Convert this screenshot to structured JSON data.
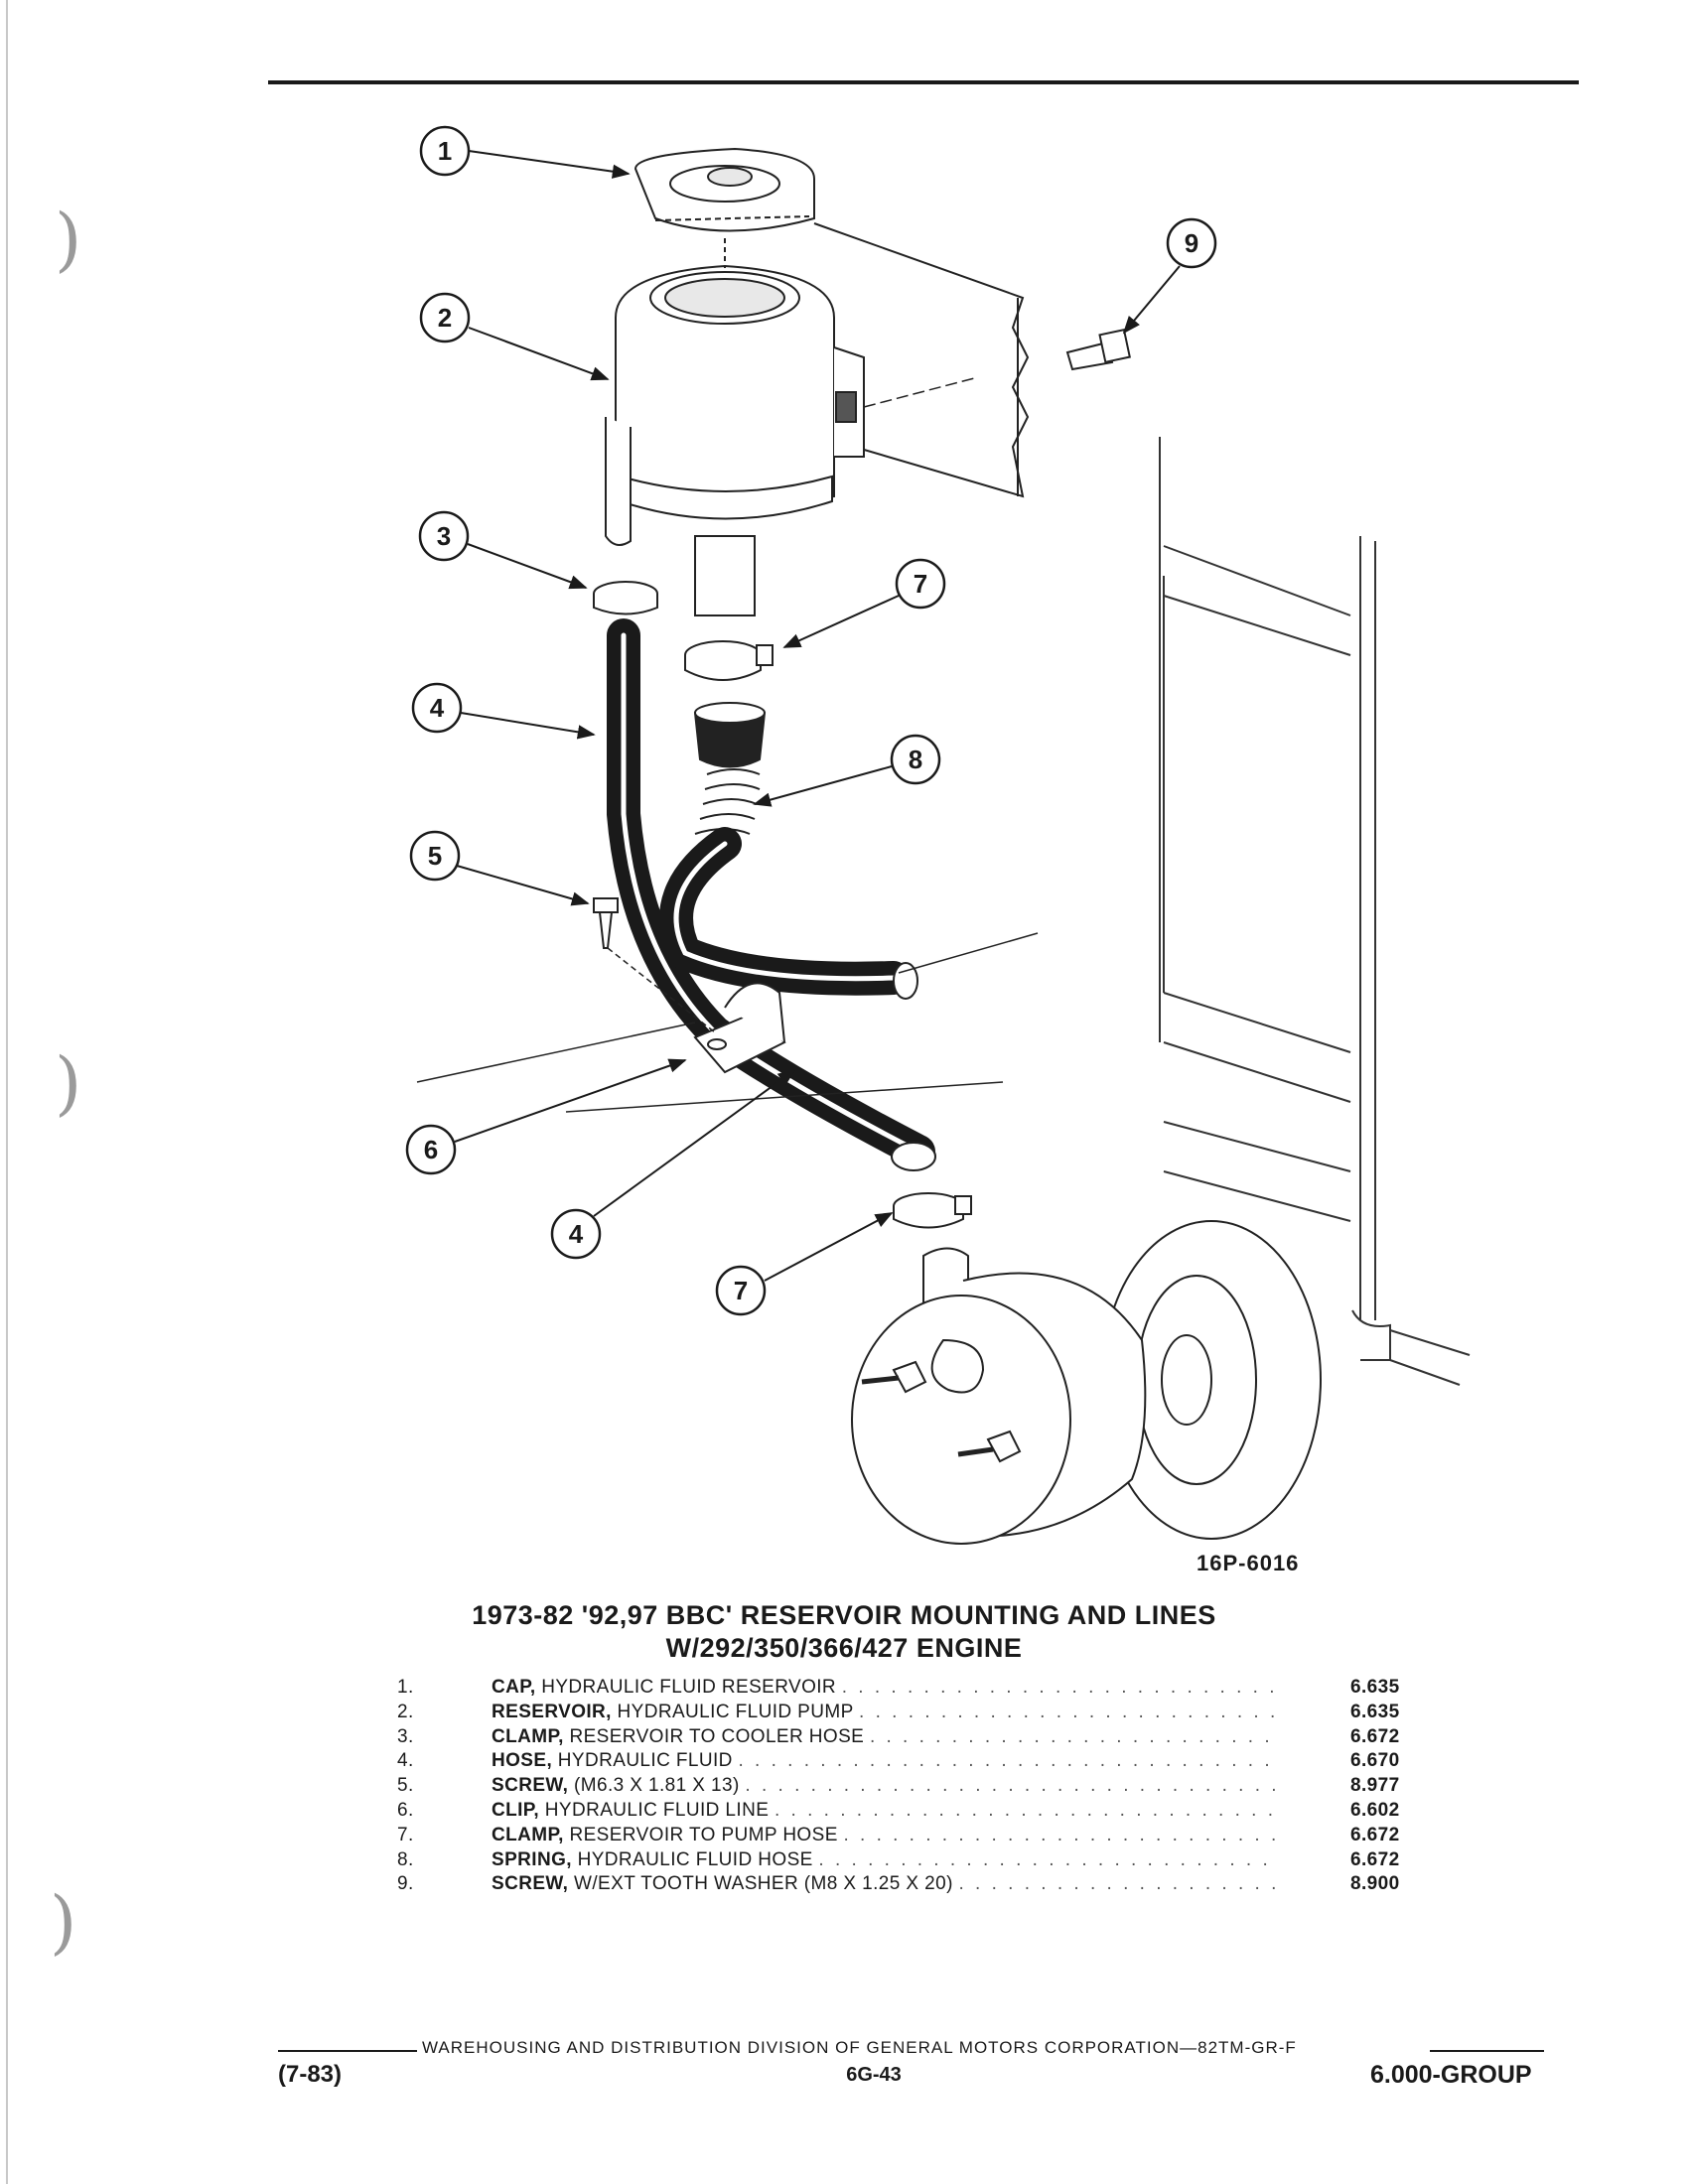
{
  "figure": {
    "id": "16P-6016",
    "callouts": [
      "1",
      "2",
      "3",
      "4",
      "4",
      "5",
      "6",
      "7",
      "7",
      "8",
      "9"
    ]
  },
  "title": {
    "line1": "1973-82 '92,97 BBC' RESERVOIR MOUNTING AND LINES",
    "line2": "W/292/350/366/427 ENGINE"
  },
  "parts": [
    {
      "num": "1.",
      "name": "CAP,",
      "desc": " HYDRAULIC FLUID RESERVOIR",
      "code": "6.635"
    },
    {
      "num": "2.",
      "name": "RESERVOIR,",
      "desc": " HYDRAULIC FLUID PUMP",
      "code": "6.635"
    },
    {
      "num": "3.",
      "name": "CLAMP,",
      "desc": " RESERVOIR TO COOLER HOSE",
      "code": "6.672"
    },
    {
      "num": "4.",
      "name": "HOSE,",
      "desc": " HYDRAULIC FLUID",
      "code": "6.670"
    },
    {
      "num": "5.",
      "name": "SCREW,",
      "desc": " (M6.3 X 1.81 X 13)",
      "code": "8.977"
    },
    {
      "num": "6.",
      "name": "CLIP,",
      "desc": " HYDRAULIC FLUID LINE",
      "code": "6.602"
    },
    {
      "num": "7.",
      "name": "CLAMP,",
      "desc": " RESERVOIR TO PUMP HOSE",
      "code": "6.672"
    },
    {
      "num": "8.",
      "name": "SPRING,",
      "desc": " HYDRAULIC FLUID HOSE",
      "code": "6.672"
    },
    {
      "num": "9.",
      "name": "SCREW,",
      "desc": " W/EXT TOOTH WASHER (M8 X 1.25 X 20)",
      "code": "8.900"
    }
  ],
  "footer": {
    "division": "WAREHOUSING AND DISTRIBUTION  DIVISION OF GENERAL MOTORS CORPORATION—82TM-GR-F",
    "date": "(7-83)",
    "page": "6G-43",
    "group": "6.000-GROUP"
  }
}
